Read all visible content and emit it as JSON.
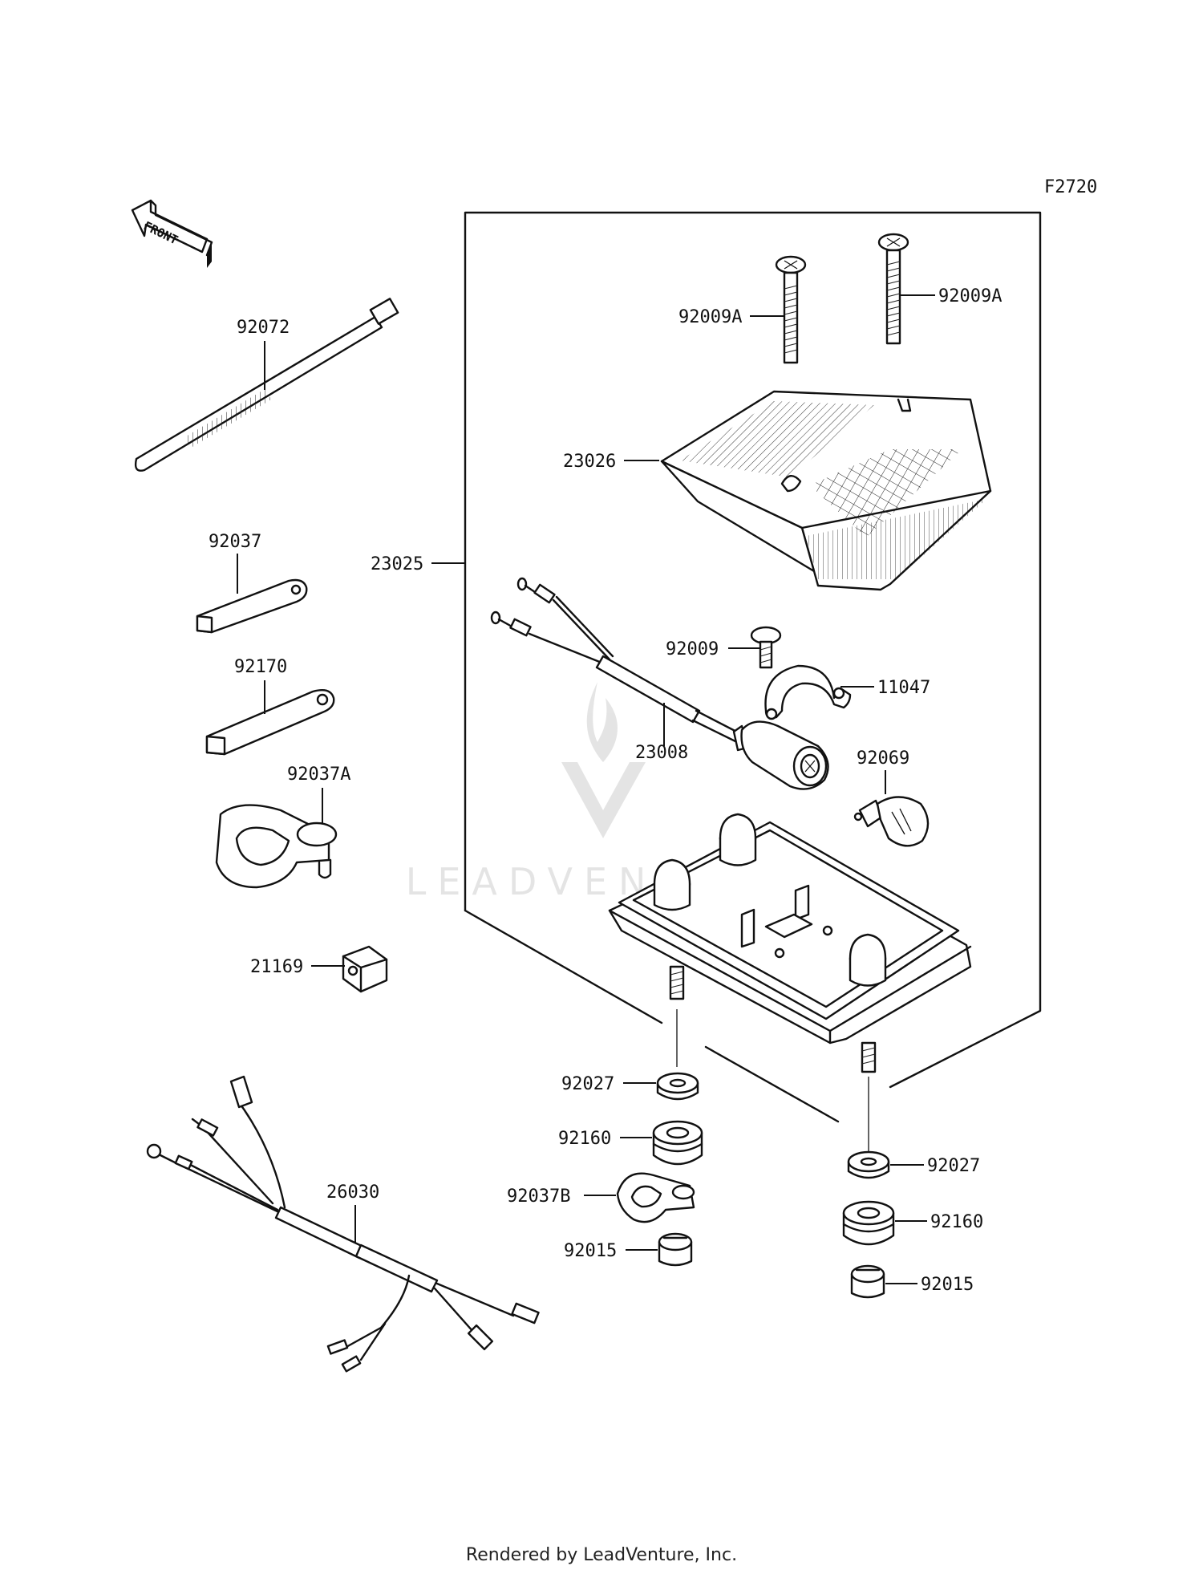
{
  "diagram": {
    "figure_code": "F2720",
    "front_label": "FRONT",
    "watermark": "LEADVENTURE"
  },
  "parts": {
    "p92072": "92072",
    "p92037": "92037",
    "p92170": "92170",
    "p92037A": "92037A",
    "p21169": "21169",
    "p26030": "26030",
    "p23025": "23025",
    "p92009A_1": "92009A",
    "p92009A_2": "92009A",
    "p23026": "23026",
    "p92009": "92009",
    "p11047": "11047",
    "p23008": "23008",
    "p92069": "92069",
    "p92027_1": "92027",
    "p92160_1": "92160",
    "p92037B": "92037B",
    "p92015_1": "92015",
    "p92027_2": "92027",
    "p92160_2": "92160",
    "p92015_2": "92015"
  },
  "footer": {
    "text": "Rendered by LeadVenture, Inc."
  }
}
